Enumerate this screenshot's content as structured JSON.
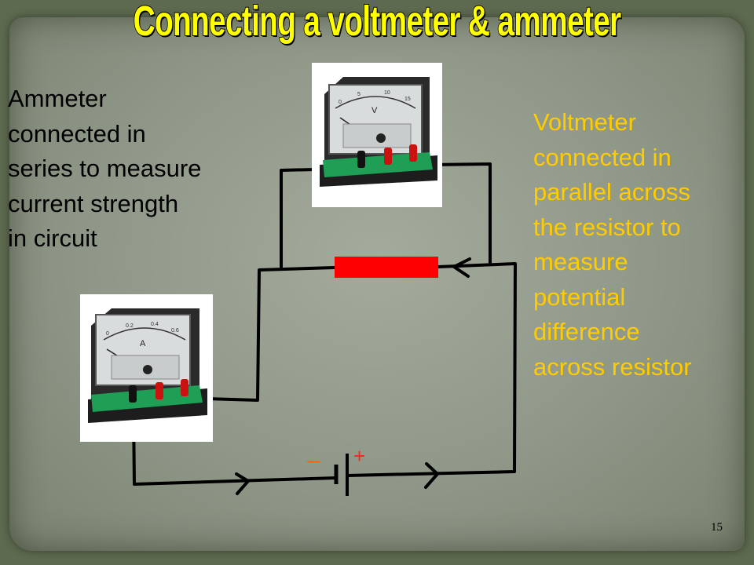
{
  "slide": {
    "title": "Connecting a voltmeter & ammeter",
    "page_number": "15"
  },
  "ammeter_text": {
    "lines": [
      "Ammeter",
      "connected in",
      "series to measure",
      "current strength",
      "in circuit"
    ]
  },
  "voltmeter_text": {
    "lines": [
      "Voltmeter",
      "connected in",
      "parallel across",
      "the resistor to",
      "measure",
      "potential",
      "difference",
      "across resistor"
    ]
  },
  "voltmeter": {
    "scale_letter": "V",
    "scale_numbers": [
      "0",
      "5",
      "10",
      "15"
    ]
  },
  "ammeter": {
    "scale_letter": "A",
    "scale_numbers": [
      "0",
      "0.2",
      "0.4",
      "0.6"
    ]
  },
  "battery": {
    "minus_label": "–",
    "plus_label": "+"
  },
  "colors": {
    "title": "#ffff00",
    "voltmeter_text": "#ffcc00",
    "resistor": "#ff0000",
    "battery_minus": "#ff6600",
    "battery_plus": "#ff2222"
  }
}
